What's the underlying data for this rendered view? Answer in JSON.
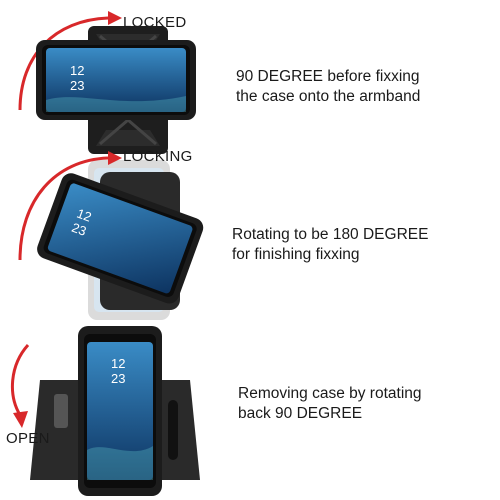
{
  "steps": [
    {
      "state_label": "LOCKED",
      "line1_pre": "90 DEGREE",
      "line1_post": " before fixxing",
      "line2": "the case onto the armband"
    },
    {
      "state_label": "LOCKING",
      "line1": "Rotating to be 180 DEGREE",
      "line2": "for finishing fixxing"
    },
    {
      "state_label": "OPEN",
      "line1": "Removing case by rotating",
      "line2": "back 90 DEGREE"
    }
  ],
  "phone_screen": {
    "hour": "12",
    "minute": "23"
  },
  "colors": {
    "arrow": "#d8282a",
    "case": "#1c1c1c",
    "screen_top": "#2f7fb8",
    "screen_bottom": "#0c2f55",
    "armband": "#2a2a2a"
  }
}
